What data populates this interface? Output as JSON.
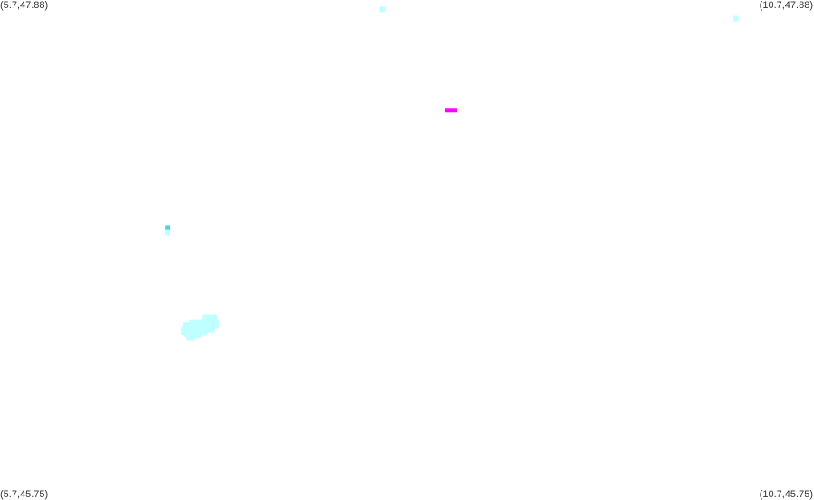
{
  "corners": {
    "top_left": "(5.7,47.88)",
    "top_right": "(10.7,47.88)",
    "bottom_left": "(5.7,45.75)",
    "bottom_right": "(10.7,45.75)"
  },
  "bounds": {
    "lon_min": 5.7,
    "lon_max": 10.7,
    "lat_min": 45.75,
    "lat_max": 47.88
  },
  "colors": {
    "light_cyan": "#bfffff",
    "cyan": "#4dd0e8",
    "magenta": "#ff00ff"
  },
  "markers": [
    {
      "lon": 8.05,
      "lat": 47.84,
      "color": "light_cyan"
    },
    {
      "lon": 10.22,
      "lat": 47.8,
      "color": "light_cyan"
    },
    {
      "lon": 8.47,
      "lat": 47.41,
      "color": "magenta",
      "shape": "bar"
    },
    {
      "lon": 6.73,
      "lat": 46.91,
      "color": "cyan"
    },
    {
      "lon": 6.73,
      "lat": 46.89,
      "color": "light_cyan"
    }
  ],
  "cluster": [
    {
      "lon": 6.84,
      "lat": 46.47
    },
    {
      "lon": 6.86,
      "lat": 46.46
    },
    {
      "lon": 6.88,
      "lat": 46.47
    },
    {
      "lon": 6.9,
      "lat": 46.48
    },
    {
      "lon": 6.92,
      "lat": 46.47
    },
    {
      "lon": 6.94,
      "lat": 46.48
    },
    {
      "lon": 6.96,
      "lat": 46.49
    },
    {
      "lon": 6.98,
      "lat": 46.5
    },
    {
      "lon": 7.0,
      "lat": 46.5
    },
    {
      "lon": 7.02,
      "lat": 46.5
    },
    {
      "lon": 6.85,
      "lat": 46.49
    },
    {
      "lon": 6.89,
      "lat": 46.5
    },
    {
      "lon": 6.93,
      "lat": 46.5
    },
    {
      "lon": 6.97,
      "lat": 46.52
    },
    {
      "lon": 7.01,
      "lat": 46.52
    },
    {
      "lon": 6.87,
      "lat": 46.45
    },
    {
      "lon": 6.91,
      "lat": 46.46
    },
    {
      "lon": 6.95,
      "lat": 46.47
    },
    {
      "lon": 6.99,
      "lat": 46.48
    }
  ]
}
